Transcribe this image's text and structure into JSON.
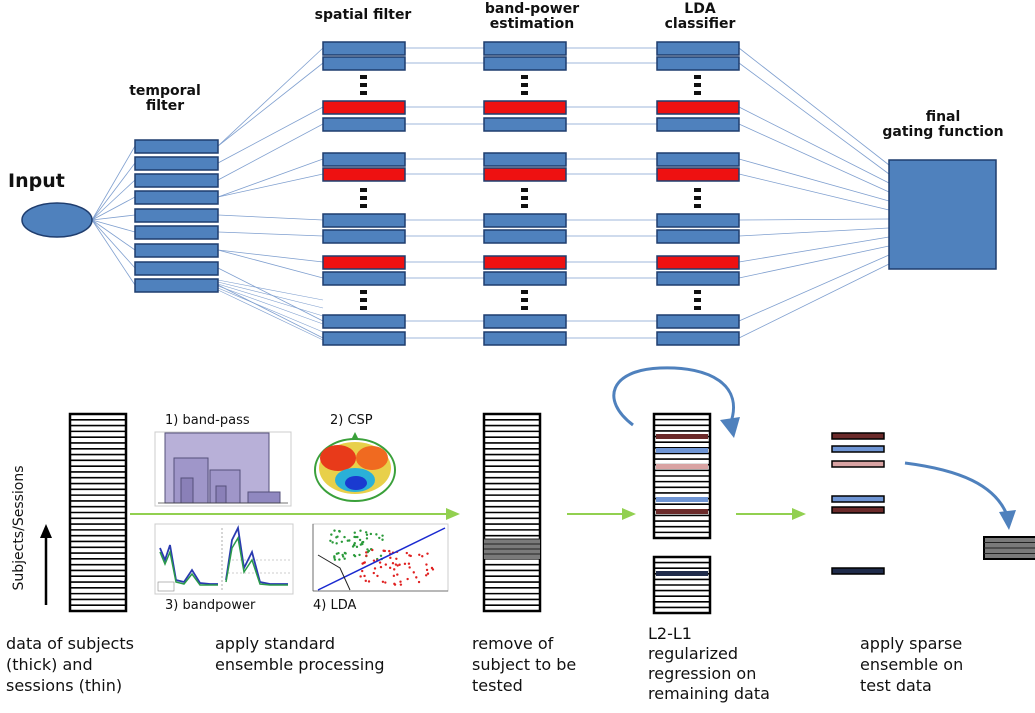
{
  "network": {
    "input_label": "Input",
    "temporal_filter_label": "temporal\nfilter",
    "spatial_filter_label": "spatial filter",
    "band_power_label": "band-power\nestimation",
    "lda_label": "LDA\nclassifier",
    "final_label": "final\ngating function"
  },
  "processing": {
    "step1": "1) band-pass",
    "step2": "2) CSP",
    "step3": "3) bandpower",
    "step4": "4) LDA",
    "axis_label": "Subjects/Sessions"
  },
  "captions": {
    "c1": "data of subjects\n(thick) and\nsessions (thin)",
    "c2": "apply standard\nensemble processing",
    "c3": "remove of\nsubject to be\ntested",
    "c4": "L2-L1\nregularized\nregression on\nremaining data",
    "c5": "apply sparse\nensemble on\ntest data"
  },
  "colors": {
    "box_blue": "#4f81bd",
    "box_border": "#1f3d6e",
    "highlight_red": "#ee1111",
    "arrow_green": "#92d050",
    "dark_red": "#6b2a2a",
    "pink": "#d9a3a3",
    "light_blue": "#6f95d4",
    "navy": "#1f2b4a"
  }
}
